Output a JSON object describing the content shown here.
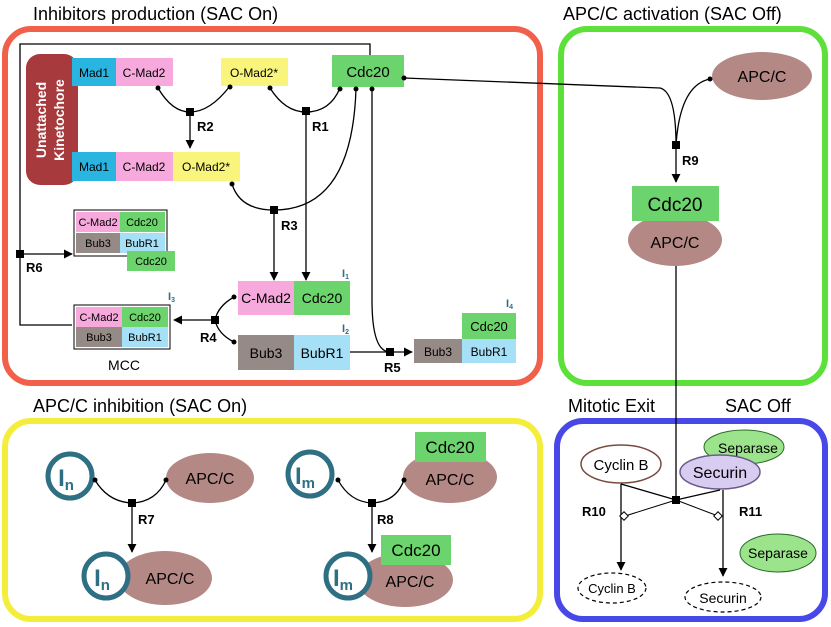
{
  "sections": {
    "inhibitors": "Inhibitors production (SAC On)",
    "activation": "APC/C activation (SAC Off)",
    "inhibition": "APC/C inhibition (SAC On)",
    "mitotic_exit": "Mitotic Exit",
    "sac_off": "SAC Off"
  },
  "kinetochore": {
    "line1": "Unattached",
    "line2": "Kinetochore"
  },
  "species": {
    "mad1": "Mad1",
    "c_mad2": "C-Mad2",
    "o_mad2": "O-Mad2*",
    "cdc20": "Cdc20",
    "bub3": "Bub3",
    "bubr1": "BubR1",
    "apcc": "APC/C",
    "cyclin_b": "Cyclin B",
    "securin": "Securin",
    "separase": "Separase",
    "mcc": "MCC",
    "i_n": "I",
    "i_n_sub": "n",
    "i_m": "I",
    "i_m_sub": "m"
  },
  "intermediates": {
    "i1": "I",
    "i1_sub": "1",
    "i2": "I",
    "i2_sub": "2",
    "i3": "I",
    "i3_sub": "3",
    "i4": "I",
    "i4_sub": "4"
  },
  "reactions": {
    "r1": "R1",
    "r2": "R2",
    "r3": "R3",
    "r4": "R4",
    "r5": "R5",
    "r6": "R6",
    "r7": "R7",
    "r8": "R8",
    "r9": "R9",
    "r10": "R10",
    "r11": "R11"
  },
  "colors": {
    "inhibitors_border": "#f0604a",
    "activation_border": "#5ee03a",
    "inhibition_border": "#f4ee3a",
    "exit_border": "#4848e8",
    "mad1": "#2ab4e0",
    "c_mad2": "#f7a8dc",
    "o_mad2": "#f8f47c",
    "cdc20": "#6cd46c",
    "bub3": "#968a86",
    "bubr1": "#a6e0f6",
    "apcc": "#b48884",
    "kinetochore": "#a63a3c",
    "inhibitor_ring": "#2e6f84",
    "separase": "#9ce48c",
    "securin": "#d8ccf0"
  }
}
